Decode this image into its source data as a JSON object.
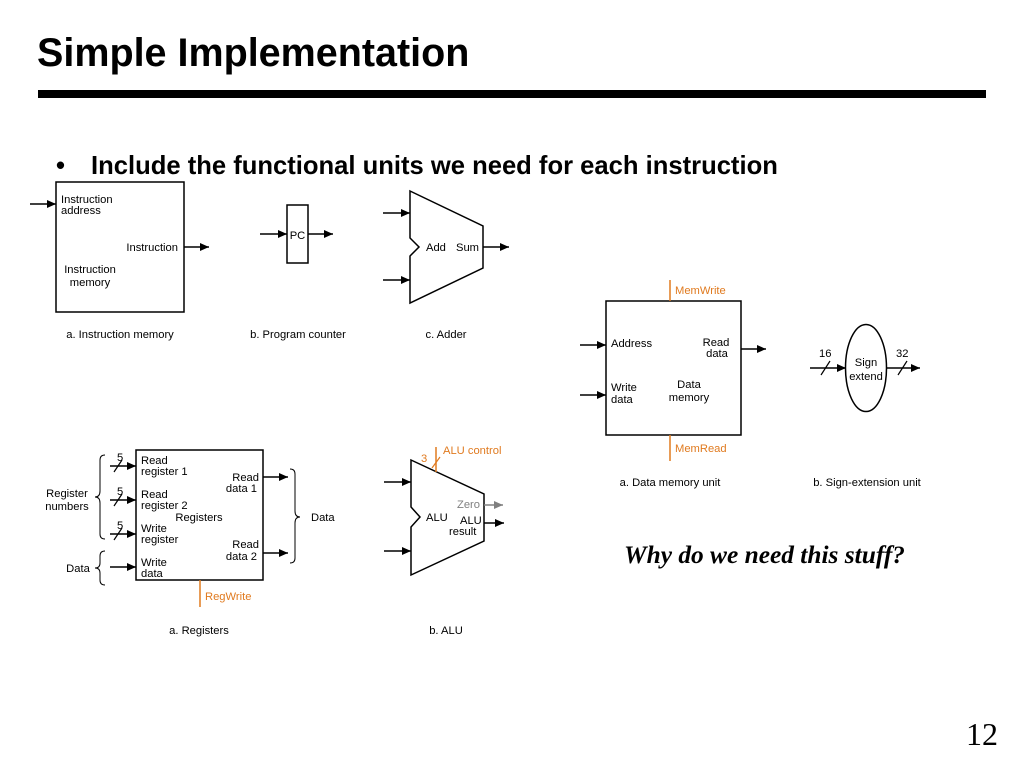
{
  "slide": {
    "title": "Simple Implementation",
    "bullet_marker": "•",
    "bullet_text": "Include the functional units we need for each instruction",
    "question": "Why do we need this stuff?",
    "page_number": "12"
  },
  "colors": {
    "ink": "#000000",
    "control": "#e07a1f",
    "zero_output": "#808080",
    "background": "#ffffff"
  },
  "instruction_memory": {
    "input_label": [
      "Instruction",
      "address"
    ],
    "output_label": "Instruction",
    "unit_label": [
      "Instruction",
      "memory"
    ],
    "caption": "a. Instruction memory"
  },
  "program_counter": {
    "unit_label": "PC",
    "caption": "b. Program counter"
  },
  "adder": {
    "unit_label": "Add",
    "output_label": "Sum",
    "caption": "c. Adder"
  },
  "data_memory": {
    "write_control": "MemWrite",
    "read_control": "MemRead",
    "address_label": "Address",
    "write_data_label": [
      "Write",
      "data"
    ],
    "read_data_label": [
      "Read",
      "data"
    ],
    "unit_label": [
      "Data",
      "memory"
    ],
    "caption": "a. Data memory unit"
  },
  "sign_extension": {
    "input_width": "16",
    "output_width": "32",
    "unit_label": [
      "Sign",
      "extend"
    ],
    "caption": "b. Sign-extension unit"
  },
  "registers": {
    "register_numbers_label": [
      "Register",
      "numbers"
    ],
    "input_data_label": "Data",
    "output_data_label": "Data",
    "inputs": [
      {
        "label": [
          "Read",
          "register 1"
        ],
        "width": "5"
      },
      {
        "label": [
          "Read",
          "register 2"
        ],
        "width": "5"
      },
      {
        "label": [
          "Write",
          "register"
        ],
        "width": "5"
      },
      {
        "label": [
          "Write",
          "data"
        ]
      }
    ],
    "outputs": [
      {
        "label": [
          "Read",
          "data 1"
        ]
      },
      {
        "label": [
          "Read",
          "data 2"
        ]
      }
    ],
    "unit_label": "Registers",
    "write_control": "RegWrite",
    "caption": "a. Registers"
  },
  "alu": {
    "unit_label": "ALU",
    "control_label": "ALU control",
    "control_width": "3",
    "zero_label": "Zero",
    "result_label": [
      "ALU",
      "result"
    ],
    "caption": "b. ALU"
  }
}
